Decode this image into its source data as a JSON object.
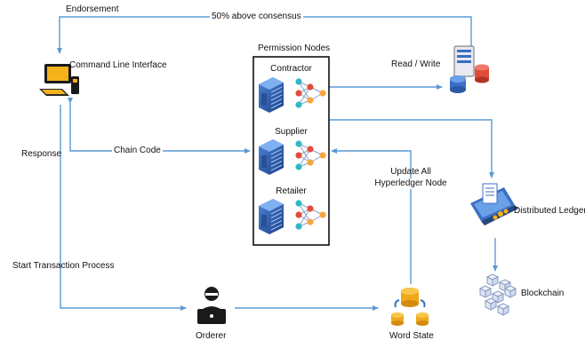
{
  "diagram": {
    "edge_labels": {
      "endorsement": "Endorsement",
      "consensus": "50% above consensus",
      "read_write": "Read / Write",
      "chain_code": "Chain Code",
      "response": "Response",
      "update_all": "Update All",
      "hyperledger_node": "Hyperledger Node",
      "start_transaction": "Start Transaction Process"
    },
    "permission_nodes": {
      "title": "Permission Nodes",
      "items": [
        {
          "label": "Contractor"
        },
        {
          "label": "Supplier"
        },
        {
          "label": "Retailer"
        }
      ]
    },
    "nodes": {
      "cli": "Command Line Interface",
      "distributed_ledger": "Distributed Ledger",
      "blockchain": "Blockchain",
      "orderer": "Orderer",
      "world_state": "Word State"
    },
    "colors": {
      "connector": "#5b9bd5",
      "server_blue": "#3a6fc4",
      "network_orange": "#f7a541",
      "network_red": "#e04e3b",
      "network_teal": "#2fb7c6"
    },
    "icons": [
      "computer-monitor-icon",
      "database-server-icon",
      "server-rack-icon",
      "network-graph-icon",
      "ledger-laptop-icon",
      "blockchain-cubes-icon",
      "orderer-person-icon",
      "database-cylinders-icon"
    ]
  }
}
